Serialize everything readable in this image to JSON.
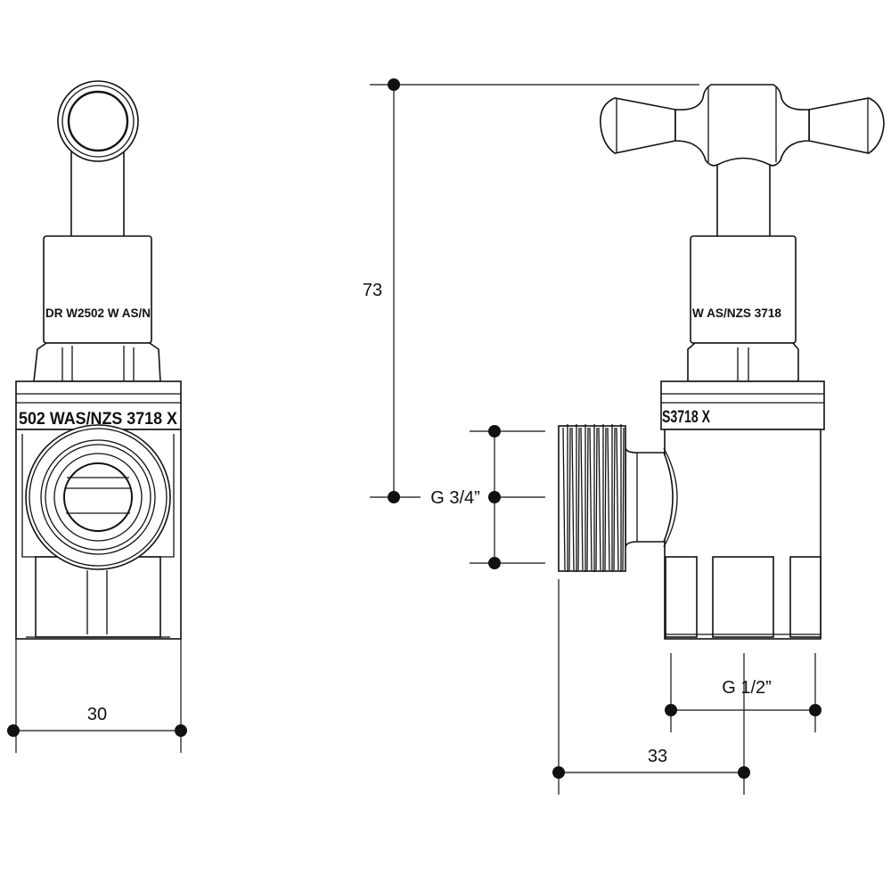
{
  "drawing": {
    "front_view": {
      "cap_marking": "DR W2502 W AS/N",
      "body_marking": "502 WAS/NZS 3718 X"
    },
    "side_view": {
      "cap_marking": "W AS/NZS 3718",
      "body_marking": "S3718 X"
    },
    "dimensions": {
      "width": "30",
      "height": "73",
      "inlet_thread": "G 3/4”",
      "outlet_thread": "G 1/2”",
      "depth": "33"
    }
  }
}
